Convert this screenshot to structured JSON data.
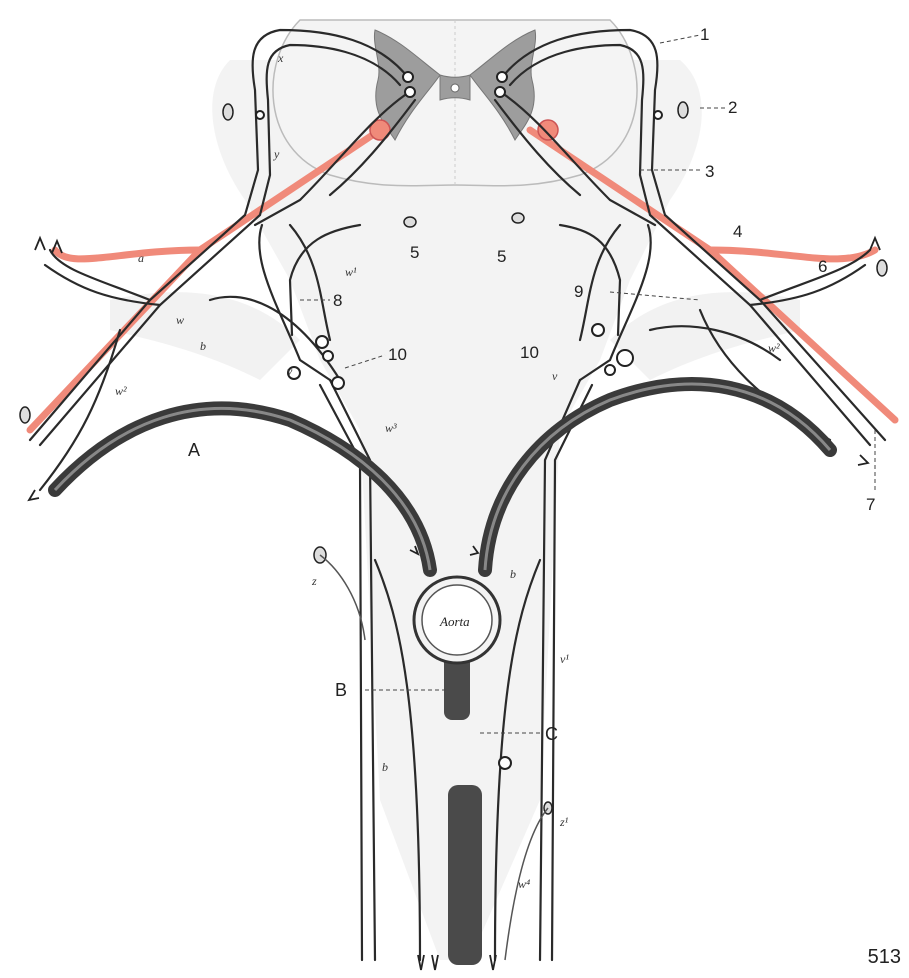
{
  "figure": {
    "page_number": "513",
    "aorta_label": "Aorta",
    "numbered_labels": [
      "1",
      "2",
      "3",
      "4",
      "5",
      "5",
      "6",
      "7",
      "8",
      "9",
      "10",
      "10"
    ],
    "letter_labels": [
      "A",
      "B",
      "C"
    ],
    "italic_labels": [
      "x",
      "y",
      "a",
      "w",
      "w¹",
      "w²",
      "w²",
      "w³",
      "w⁴",
      "b",
      "b",
      "b",
      "v",
      "v",
      "v¹",
      "z",
      "z¹"
    ],
    "colors": {
      "ink": "#2a2a2a",
      "red_fiber": "#f08a7a",
      "gray_matter": "#9a9a9a",
      "shading": "#e4e4e4"
    }
  }
}
